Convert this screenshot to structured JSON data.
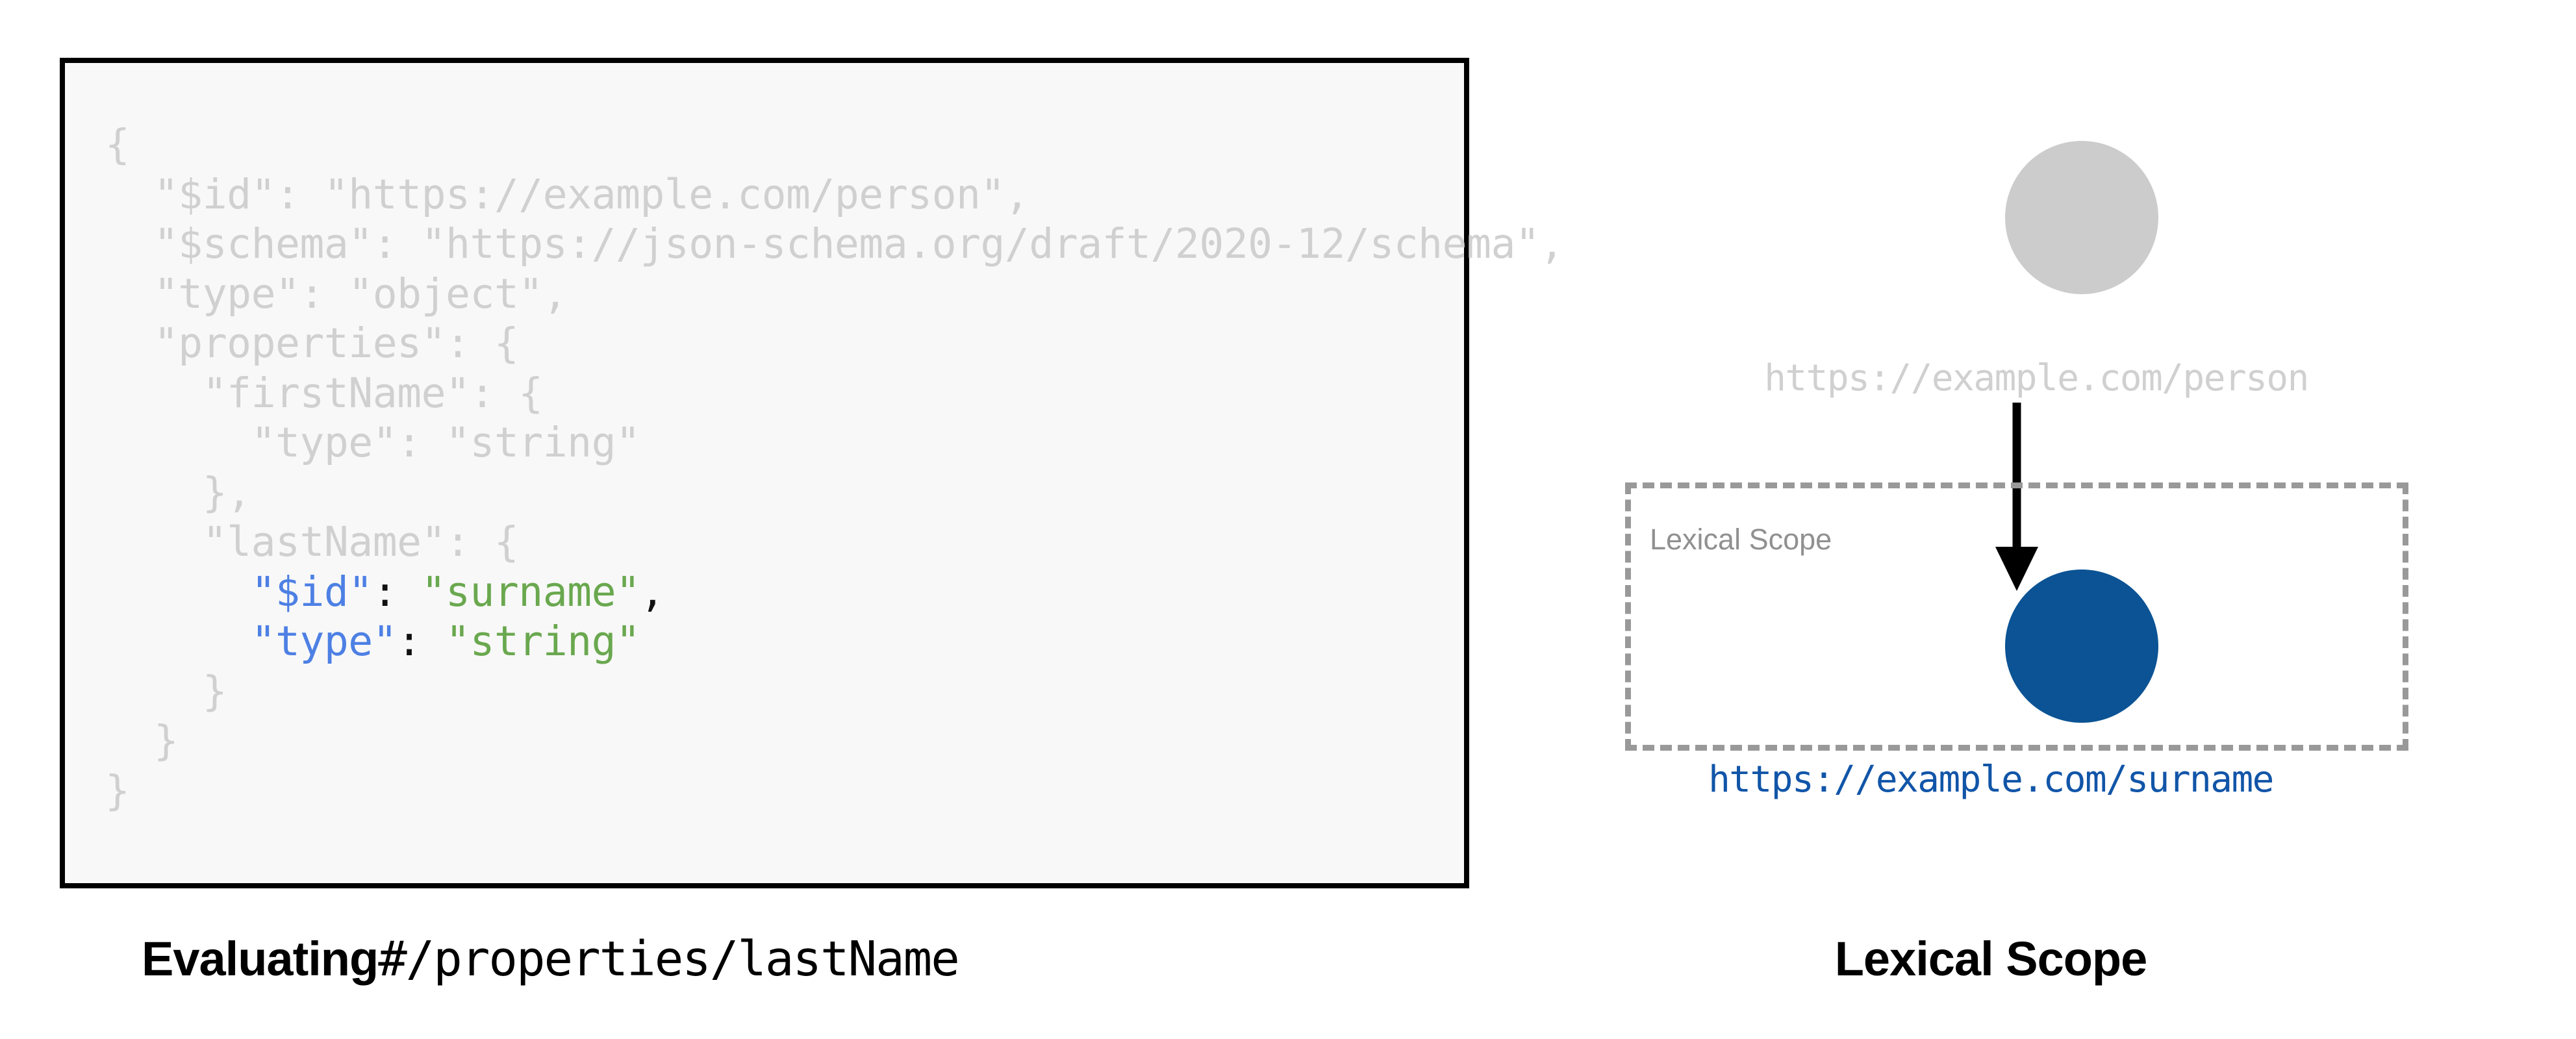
{
  "code_block": {
    "background_color": "#f8f8f8",
    "border_color": "#000000",
    "dim_color": "#d0d0d0",
    "key_color": "#4d80e4",
    "string_color": "#6aa84f",
    "punctuation_color": "#111111",
    "lines": [
      [
        {
          "t": "{",
          "c": "dim"
        }
      ],
      [
        {
          "t": "  \"$id\": \"https://example.com/person\",",
          "c": "dim"
        }
      ],
      [
        {
          "t": "  \"$schema\": \"https://json-schema.org/draft/2020-12/schema\",",
          "c": "dim"
        }
      ],
      [
        {
          "t": "  \"type\": \"object\",",
          "c": "dim"
        }
      ],
      [
        {
          "t": "  \"properties\": {",
          "c": "dim"
        }
      ],
      [
        {
          "t": "    \"firstName\": {",
          "c": "dim"
        }
      ],
      [
        {
          "t": "      \"type\": \"string\"",
          "c": "dim"
        }
      ],
      [
        {
          "t": "    },",
          "c": "dim"
        }
      ],
      [
        {
          "t": "    \"lastName\": {",
          "c": "dim"
        }
      ],
      [
        {
          "t": "      ",
          "c": "dim"
        },
        {
          "t": "\"$id\"",
          "c": "key"
        },
        {
          "t": ": ",
          "c": "punc"
        },
        {
          "t": "\"surname\"",
          "c": "str"
        },
        {
          "t": ",",
          "c": "punc"
        }
      ],
      [
        {
          "t": "      ",
          "c": "dim"
        },
        {
          "t": "\"type\"",
          "c": "key"
        },
        {
          "t": ": ",
          "c": "punc"
        },
        {
          "t": "\"string\"",
          "c": "str"
        }
      ],
      [
        {
          "t": "    }",
          "c": "dim"
        }
      ],
      [
        {
          "t": "  }",
          "c": "dim"
        }
      ],
      [
        {
          "t": "}",
          "c": "dim"
        }
      ]
    ],
    "plain_text": "{\n  \"$id\": \"https://example.com/person\",\n  \"$schema\": \"https://json-schema.org/draft/2020-12/schema\",\n  \"type\": \"object\",\n  \"properties\": {\n    \"firstName\": {\n      \"type\": \"string\"\n    },\n    \"lastName\": {\n      \"$id\": \"surname\",\n      \"type\": \"string\"\n    }\n  }\n}"
  },
  "left_caption": {
    "bold_part": "Evaluating",
    "mono_part": "#/properties/lastName"
  },
  "diagram": {
    "outer_node": {
      "label": "https://example.com/person",
      "circle_color": "#cccccc",
      "label_color": "#d0d0d0"
    },
    "arrow": {
      "color": "#000000",
      "direction": "down"
    },
    "scope_box": {
      "title": "Lexical Scope",
      "border_color": "#999999",
      "title_color": "#909090"
    },
    "inner_node": {
      "label": "https://example.com/surname",
      "circle_color": "#0b5394",
      "label_color": "#1155a8"
    }
  },
  "right_caption": {
    "text": "Lexical Scope"
  }
}
